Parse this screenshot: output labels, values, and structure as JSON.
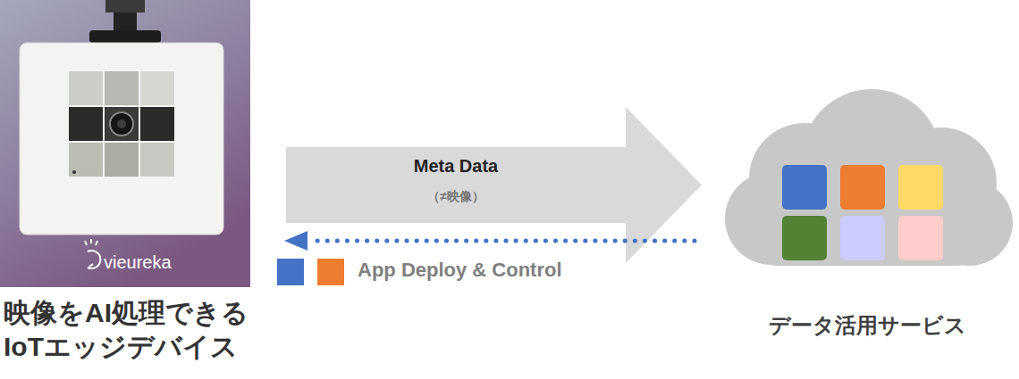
{
  "diagram": {
    "nodes": [
      {
        "text": [
          "映像をAI処理できる IoTエッジデバイス"
        ]
      },
      {
        "text": [
          "データ活用サービス"
        ]
      }
    ],
    "edges": [
      {
        "from": 0,
        "to": 1,
        "arrow": "to",
        "label": "Meta Data"
      },
      {
        "from": 1,
        "to": 0,
        "arrow": "to",
        "label": "App Deploy & Control"
      }
    ],
    "labels": [
      "vieureka",
      "（≠映像）"
    ]
  }
}
